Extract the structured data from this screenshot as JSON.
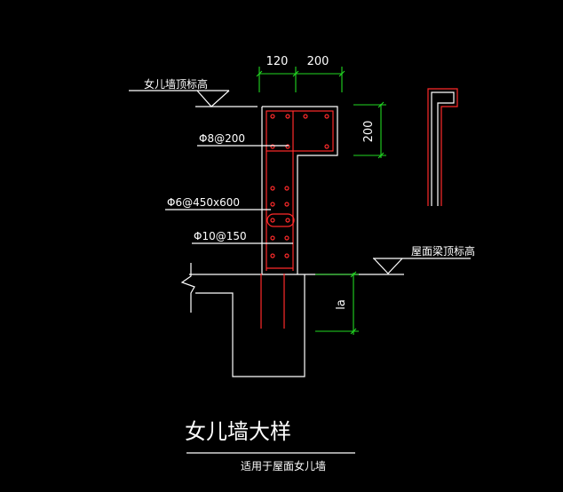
{
  "drawing": {
    "title": "女儿墙大样",
    "subtitle": "适用于屋面女儿墙",
    "labels": {
      "parapet_top_elevation": "女儿墙顶标高",
      "roof_beam_top_elevation": "屋面梁顶标高",
      "rebar_top": "Φ8@200",
      "rebar_tie": "Φ6@450x600",
      "rebar_vertical": "Φ10@150"
    },
    "dimensions": {
      "width_left": "120",
      "width_right": "200",
      "cap_height": "200",
      "anchorage": "la"
    }
  },
  "colors": {
    "outline": "#ffffff",
    "rebar": "#ff2a2a",
    "dimension": "#22d822",
    "background": "#000000"
  }
}
